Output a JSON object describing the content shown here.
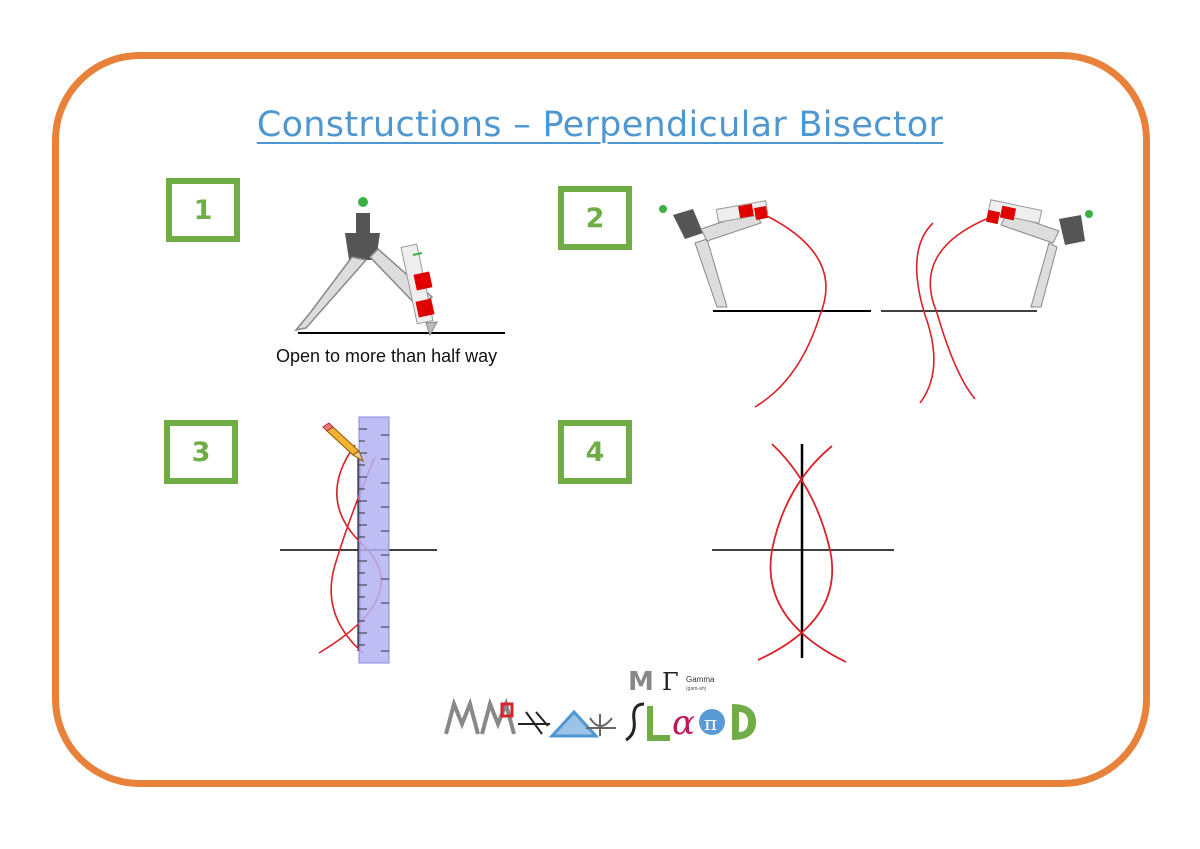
{
  "title": "Constructions – Perpendicular Bisector",
  "steps": [
    {
      "number": "1",
      "caption": "Open to more than half way"
    },
    {
      "number": "2"
    },
    {
      "number": "3"
    },
    {
      "number": "4"
    }
  ],
  "logo": {
    "small_text": "Gamma",
    "small_sub": "(gam-ah)"
  },
  "colors": {
    "frame": "#E8823A",
    "title": "#4F97D1",
    "step_box": "#70AD47",
    "arc": "#D9232A",
    "line": "#000000"
  }
}
